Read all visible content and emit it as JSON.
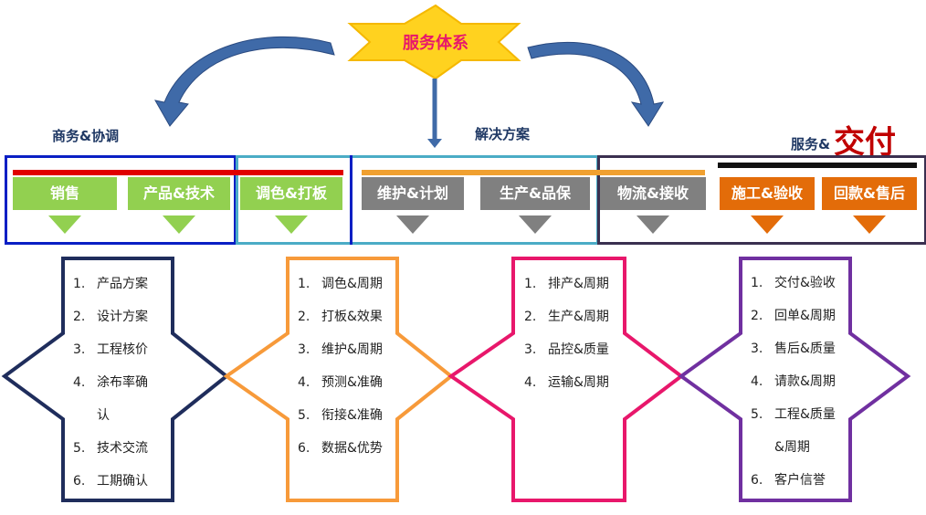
{
  "title": "服务体系",
  "labels": {
    "business": "商务&协调",
    "solution": "解决方案",
    "service_prefix": "服务&",
    "service_delivery": "交付"
  },
  "phases": [
    {
      "label": "销售",
      "color": "#92d050"
    },
    {
      "label": "产品&技术",
      "color": "#92d050"
    },
    {
      "label": "调色&打板",
      "color": "#92d050"
    },
    {
      "label": "维护&计划",
      "color": "#808080"
    },
    {
      "label": "生产&品保",
      "color": "#808080"
    },
    {
      "label": "物流&接收",
      "color": "#808080"
    },
    {
      "label": "施工&验收",
      "color": "#e36c09"
    },
    {
      "label": "回款&售后",
      "color": "#e36c09"
    }
  ],
  "panels": [
    {
      "color": "#1f2d5c",
      "items": [
        {
          "num": "1.",
          "text": "产品方案"
        },
        {
          "num": "2.",
          "text": "设计方案"
        },
        {
          "num": "3.",
          "text": "工程核价"
        },
        {
          "num": "4.",
          "text": "涂布率确",
          "cont": "认"
        },
        {
          "num": "5.",
          "text": "技术交流"
        },
        {
          "num": "6.",
          "text": "工期确认"
        }
      ]
    },
    {
      "color": "#f79a3a",
      "items": [
        {
          "num": "1.",
          "text": "调色&周期"
        },
        {
          "num": "2.",
          "text": "打板&效果"
        },
        {
          "num": "3.",
          "text": "维护&周期"
        },
        {
          "num": "4.",
          "text": "预测&准确"
        },
        {
          "num": "5.",
          "text": "衔接&准确"
        },
        {
          "num": "6.",
          "text": "数据&优势"
        }
      ]
    },
    {
      "color": "#e8176b",
      "items": [
        {
          "num": "1.",
          "text": "排产&周期"
        },
        {
          "num": "2.",
          "text": "生产&周期"
        },
        {
          "num": "3.",
          "text": "品控&质量"
        },
        {
          "num": "4.",
          "text": "运输&周期"
        }
      ]
    },
    {
      "color": "#7030a0",
      "items": [
        {
          "num": "1.",
          "text": "交付&验收"
        },
        {
          "num": "2.",
          "text": "回单&周期"
        },
        {
          "num": "3.",
          "text": "售后&质量"
        },
        {
          "num": "4.",
          "text": "请款&周期"
        },
        {
          "num": "5.",
          "text": "工程&质量",
          "cont": "&周期"
        },
        {
          "num": "6.",
          "text": "客户信誉"
        }
      ]
    }
  ],
  "colors": {
    "title_text": "#e8176b",
    "star_fill": "#ffd21f",
    "arrow_blue": "#3f6aa8",
    "frame_blue": "#0a1fc4",
    "frame_teal": "#4bacc6",
    "frame_dark": "#3a3050",
    "bar_red": "#e00000",
    "bar_orange": "#f0a030",
    "bar_black": "#111111"
  }
}
